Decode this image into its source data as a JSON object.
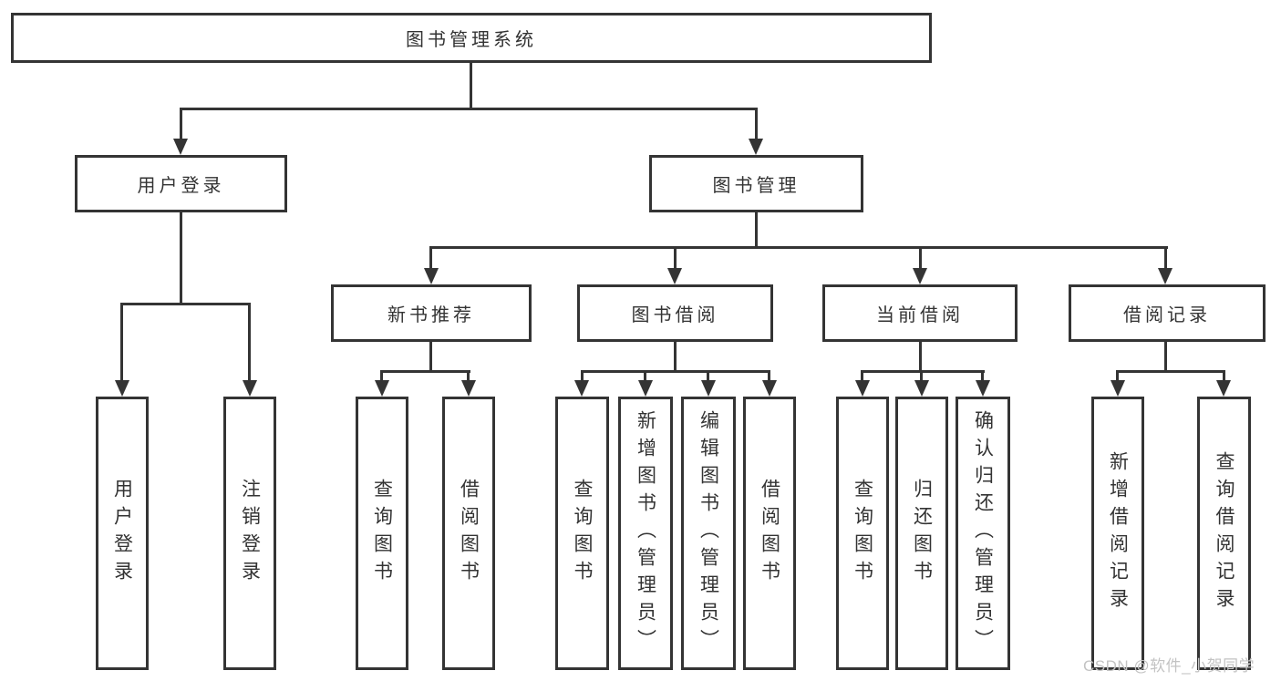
{
  "diagram": {
    "root": {
      "label": "图书管理系统"
    },
    "level1": [
      {
        "label": "用户登录"
      },
      {
        "label": "图书管理"
      }
    ],
    "level2": [
      {
        "label": "新书推荐"
      },
      {
        "label": "图书借阅"
      },
      {
        "label": "当前借阅"
      },
      {
        "label": "借阅记录"
      }
    ],
    "leaves": {
      "user": [
        "用户登录",
        "注销登录"
      ],
      "recommend": [
        "查询图书",
        "借阅图书"
      ],
      "borrow": [
        "查询图书",
        "新增图书（管理员）",
        "编辑图书（管理员）",
        "借阅图书"
      ],
      "current": [
        "查询图书",
        "归还图书",
        "确认归还（管理员）"
      ],
      "records": [
        "新增借阅记录",
        "查询借阅记录"
      ]
    }
  },
  "watermark": {
    "text": "CSDN @软件_小贺同学"
  },
  "colors": {
    "line": "#343434",
    "text": "#333333",
    "background": "#ffffff",
    "watermark": "#c3c3c3"
  }
}
